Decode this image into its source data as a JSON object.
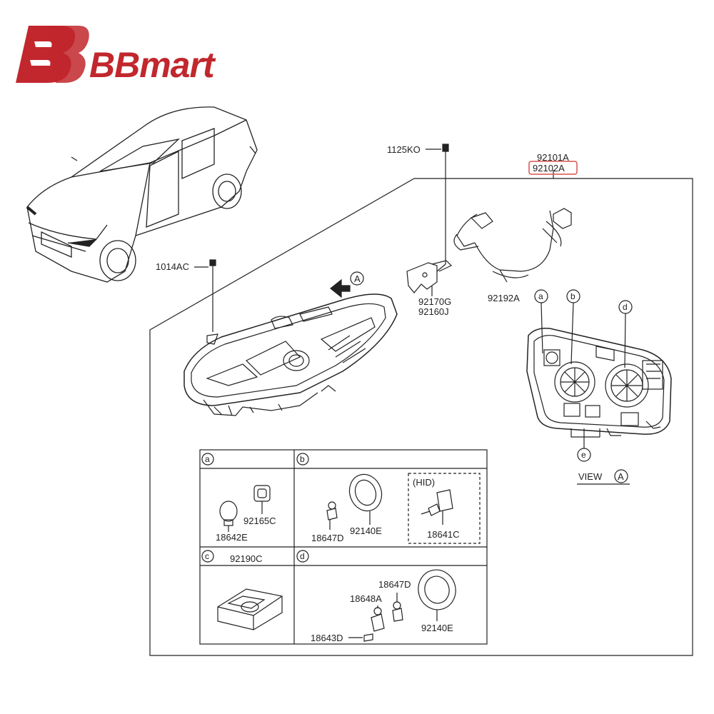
{
  "brand": {
    "name": "BBmart",
    "color": "#c1272d"
  },
  "highlight_color": "#d9534f",
  "callouts": {
    "bolt_top": "1125KO",
    "bolt_left": "1014AC",
    "assy_1": "92101A",
    "assy_2": "92102A",
    "bracket_1": "92170G",
    "bracket_2": "92160J",
    "wiring": "92192A",
    "view_label": "VIEW",
    "view_letter": "A",
    "arrow_letter": "A"
  },
  "markers": [
    "a",
    "b",
    "c",
    "d",
    "e"
  ],
  "table": {
    "cells": {
      "a": {
        "letter": "a",
        "parts": [
          "92165C",
          "18642E"
        ]
      },
      "b": {
        "letter": "b",
        "parts": [
          "18647D",
          "92140E"
        ],
        "hid_label": "(HID)",
        "hid_part": "18641C"
      },
      "c": {
        "letter": "c",
        "parts": [
          "92190C"
        ]
      },
      "d": {
        "letter": "d",
        "parts": [
          "18647D",
          "18648A",
          "18643D",
          "92140E"
        ]
      }
    }
  }
}
